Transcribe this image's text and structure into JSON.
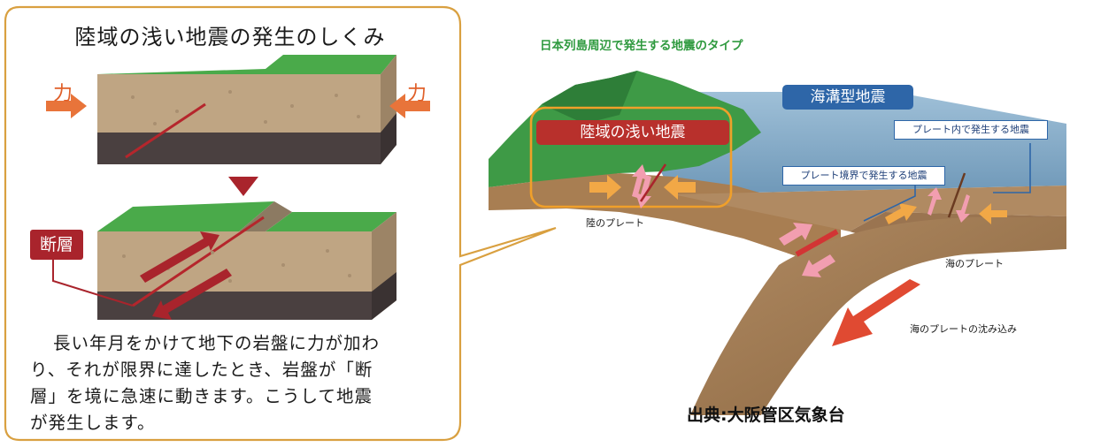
{
  "left_panel": {
    "title": "陸域の浅い地震の発生のしくみ",
    "force_label": "力",
    "fault_label": "断層",
    "description": [
      "長い年月をかけて地下の岩盤に力が加わ",
      "り、それが限界に達したとき、岩盤が「断",
      "層」を境に急速に動きます。こうして地震",
      "が発生します。"
    ]
  },
  "right_diagram": {
    "title": "日本列島周辺で発生する地震のタイプ",
    "shallow_quake_label": "陸域の浅い地震",
    "trench_quake_label": "海溝型地震",
    "intraplate_label": "プレート内で発生する地震",
    "boundary_label": "プレート境界で発生する地震",
    "land_plate_label": "陸のプレート",
    "ocean_plate_label": "海のプレート",
    "subduction_label": "海のプレートの沈み込み"
  },
  "source": "出典:大阪管区気象台",
  "colors": {
    "frame": "#d9a040",
    "grass": "#3ea040",
    "soil": "#b59a78",
    "fault_red": "#a9242c",
    "force_orange": "#e0602a",
    "trench_blue": "#2e66a8",
    "title_green": "#2f9a3f"
  }
}
